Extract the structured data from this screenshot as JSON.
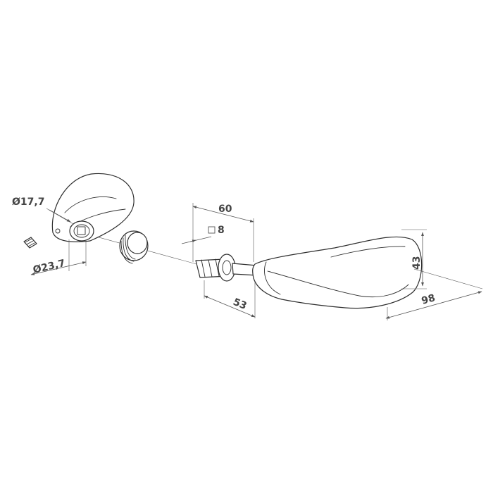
{
  "dimensions": {
    "rosette_inner_diameter": "Ø17,7",
    "rosette_outer_diameter": "Ø23,7",
    "spindle_length": "60",
    "spindle_square": "8",
    "lever_projection": "53",
    "lever_height": "43",
    "lever_length": "98"
  },
  "colors": {
    "line": "#2e2e2e",
    "dimension": "#555555",
    "text": "#444444",
    "background": "#ffffff"
  }
}
